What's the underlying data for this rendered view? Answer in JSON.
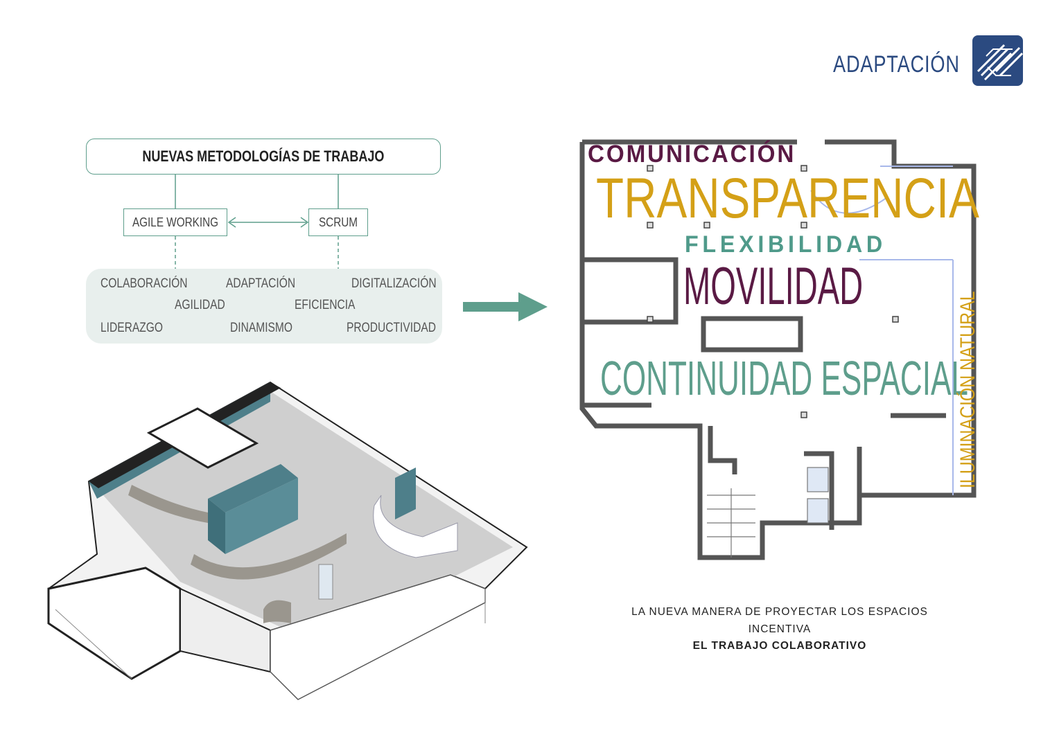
{
  "header": {
    "title": "ADAPTACIÓN",
    "logo_icon": "company-logo"
  },
  "methodology": {
    "title": "NUEVAS METODOLOGÍAS DE TRABAJO",
    "left_node": "AGILE WORKING",
    "right_node": "SCRUM",
    "keywords": [
      "COLABORACIÓN",
      "ADAPTACIÓN",
      "DIGITALIZACIÓN",
      "AGILIDAD",
      "EFICIENCIA",
      "LIDERAZGO",
      "DINAMISMO",
      "PRODUCTIVIDAD"
    ]
  },
  "floorplan_words": {
    "comunicacion": "COMUNICACIÓN",
    "transparencia": "TRANSPARENCIA",
    "flexibilidad": "FLEXIBILIDAD",
    "movilidad": "MOVILIDAD",
    "continuidad": "CONTINUIDAD ESPACIAL",
    "iluminacion": "ILUMINACIÓN NATURAL"
  },
  "caption": {
    "line1": "LA NUEVA MANERA DE PROYECTAR LOS ESPACIOS",
    "line2": "INCENTIVA",
    "line3": "EL TRABAJO COLABORATIVO"
  },
  "colors": {
    "navy": "#2b4a80",
    "teal": "#5e9e8c",
    "plum": "#5a1a44",
    "gold": "#d4a017",
    "teal_wall": "#4e7f8a"
  }
}
